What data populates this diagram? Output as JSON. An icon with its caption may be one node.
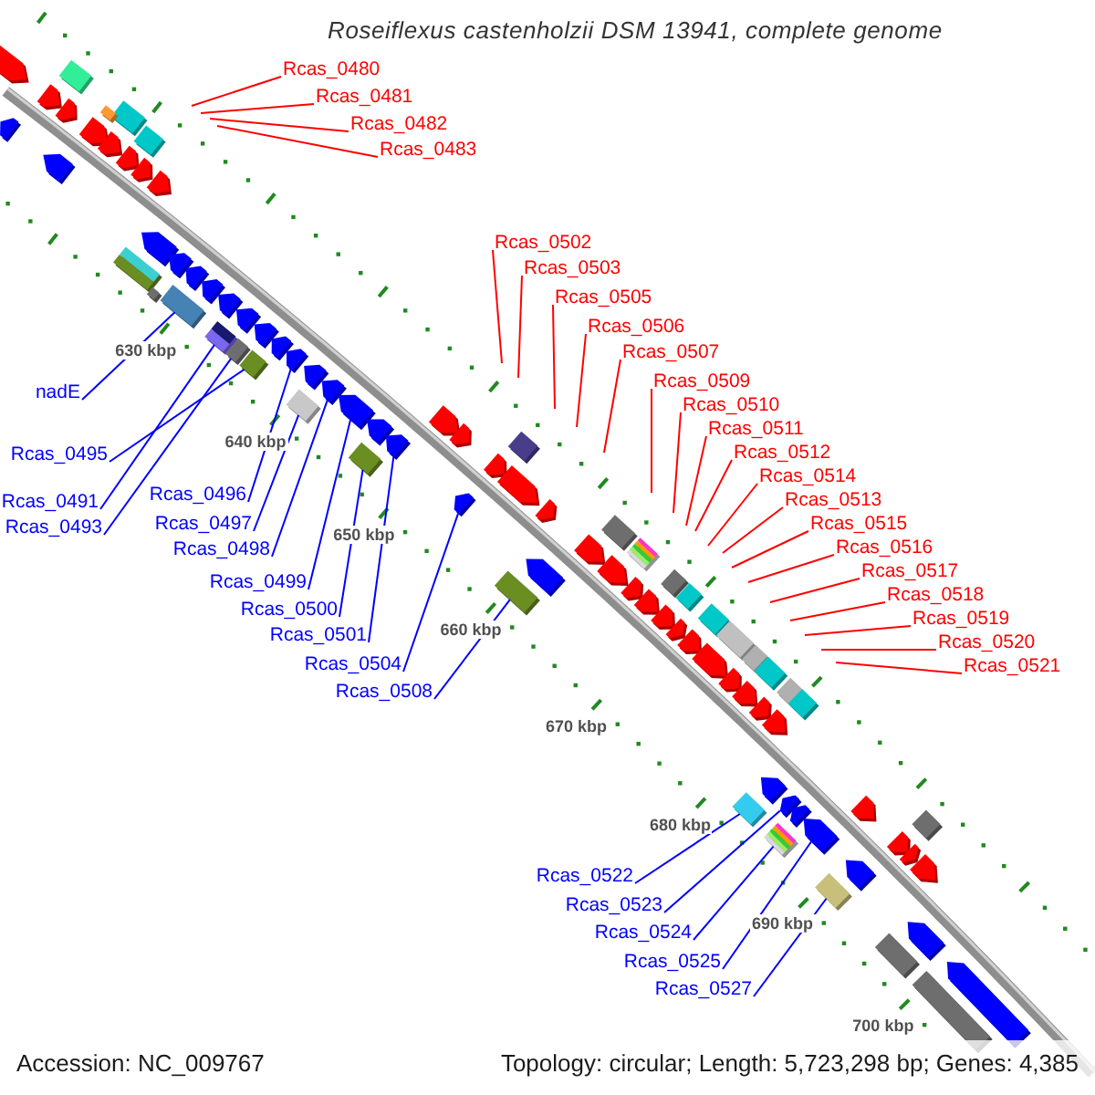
{
  "diagram": {
    "title": "Roseiflexus castenholzii DSM 13941, complete genome",
    "nodes": [
      {
        "text": [
          "Rcas_0480"
        ]
      },
      {
        "text": [
          "Rcas_0481"
        ]
      },
      {
        "text": [
          "Rcas_0482"
        ]
      },
      {
        "text": [
          "Rcas_0483"
        ]
      },
      {
        "text": [
          "nadE"
        ]
      },
      {
        "text": [
          "Rcas_0491"
        ]
      },
      {
        "text": [
          "Rcas_0493"
        ]
      },
      {
        "text": [
          "Rcas_0495"
        ]
      },
      {
        "text": [
          "Rcas_0496"
        ]
      },
      {
        "text": [
          "Rcas_0497"
        ]
      },
      {
        "text": [
          "Rcas_0498"
        ]
      },
      {
        "text": [
          "Rcas_0499"
        ]
      },
      {
        "text": [
          "Rcas_0500"
        ]
      },
      {
        "text": [
          "Rcas_0501"
        ]
      },
      {
        "text": [
          "Rcas_0504"
        ]
      },
      {
        "text": [
          "Rcas_0508"
        ]
      },
      {
        "text": [
          "Rcas_0502"
        ]
      },
      {
        "text": [
          "Rcas_0503"
        ]
      },
      {
        "text": [
          "Rcas_0505"
        ]
      },
      {
        "text": [
          "Rcas_0506"
        ]
      },
      {
        "text": [
          "Rcas_0507"
        ]
      },
      {
        "text": [
          "Rcas_0509"
        ]
      },
      {
        "text": [
          "Rcas_0510"
        ]
      },
      {
        "text": [
          "Rcas_0511"
        ]
      },
      {
        "text": [
          "Rcas_0512"
        ]
      },
      {
        "text": [
          "Rcas_0514"
        ]
      },
      {
        "text": [
          "Rcas_0513"
        ]
      },
      {
        "text": [
          "Rcas_0515"
        ]
      },
      {
        "text": [
          "Rcas_0516"
        ]
      },
      {
        "text": [
          "Rcas_0517"
        ]
      },
      {
        "text": [
          "Rcas_0518"
        ]
      },
      {
        "text": [
          "Rcas_0519"
        ]
      },
      {
        "text": [
          "Rcas_0520"
        ]
      },
      {
        "text": [
          "Rcas_0521"
        ]
      },
      {
        "text": [
          "Rcas_0522"
        ]
      },
      {
        "text": [
          "Rcas_0523"
        ]
      },
      {
        "text": [
          "Rcas_0524"
        ]
      },
      {
        "text": [
          "Rcas_0525"
        ]
      },
      {
        "text": [
          "Rcas_0527"
        ]
      },
      {
        "text": [],
        "shape": "arrow"
      },
      {
        "text": [],
        "shape": "arrow"
      },
      {
        "text": [],
        "shape": "arrow"
      },
      {
        "text": [],
        "shape": "arrow"
      },
      {
        "text": [],
        "shape": "arrow"
      },
      {
        "text": [],
        "shape": "arrow"
      },
      {
        "text": [],
        "shape": "arrow"
      },
      {
        "text": [],
        "shape": "arrow"
      },
      {
        "text": [],
        "shape": "arrow"
      },
      {
        "text": [],
        "shape": "arrow"
      },
      {
        "text": [],
        "shape": "arrow"
      },
      {
        "text": [],
        "shape": "arrow"
      },
      {
        "text": [],
        "shape": "arrow"
      },
      {
        "text": [],
        "shape": "arrow"
      },
      {
        "text": [],
        "shape": "arrow"
      },
      {
        "text": [],
        "shape": "arrow"
      },
      {
        "text": [],
        "shape": "arrow"
      },
      {
        "text": [],
        "shape": "arrow"
      },
      {
        "text": [],
        "shape": "arrow"
      },
      {
        "text": [],
        "shape": "arrow"
      },
      {
        "text": [],
        "shape": "arrow"
      },
      {
        "text": [],
        "shape": "arrow"
      },
      {
        "text": [],
        "shape": "arrow"
      },
      {
        "text": [],
        "shape": "arrow"
      },
      {
        "text": [],
        "shape": "arrow"
      },
      {
        "text": [],
        "shape": "arrow"
      },
      {
        "text": [],
        "shape": "arrow"
      },
      {
        "text": [],
        "shape": "arrow"
      },
      {
        "text": [],
        "shape": "arrow"
      },
      {
        "text": [],
        "shape": "box"
      },
      {
        "text": [],
        "shape": "box"
      },
      {
        "text": [],
        "shape": "box"
      },
      {
        "text": [],
        "shape": "box"
      },
      {
        "text": [],
        "shape": "box"
      },
      {
        "text": [],
        "shape": "box"
      },
      {
        "text": [],
        "shape": "box"
      },
      {
        "text": [],
        "shape": "box"
      },
      {
        "text": [],
        "shape": "box"
      },
      {
        "text": [],
        "shape": "box"
      },
      {
        "text": [],
        "shape": "box"
      },
      {
        "text": [],
        "shape": "box"
      },
      {
        "text": [],
        "shape": "box"
      },
      {
        "text": [],
        "shape": "box"
      },
      {
        "text": [],
        "shape": "box"
      },
      {
        "text": [],
        "shape": "box"
      },
      {
        "text": [],
        "shape": "arrow"
      },
      {
        "text": [],
        "shape": "arrow"
      },
      {
        "text": [],
        "shape": "arrow"
      },
      {
        "text": [],
        "shape": "arrow"
      },
      {
        "text": [],
        "shape": "arrow"
      },
      {
        "text": [],
        "shape": "arrow"
      },
      {
        "text": [],
        "shape": "arrow"
      },
      {
        "text": [],
        "shape": "arrow"
      },
      {
        "text": [],
        "shape": "arrow"
      },
      {
        "text": [],
        "shape": "arrow"
      },
      {
        "text": [],
        "shape": "arrow"
      },
      {
        "text": [],
        "shape": "arrow"
      },
      {
        "text": [],
        "shape": "arrow"
      },
      {
        "text": [],
        "shape": "arrow"
      },
      {
        "text": [],
        "shape": "arrow"
      },
      {
        "text": [],
        "shape": "arrow"
      },
      {
        "text": [],
        "shape": "arrow"
      },
      {
        "text": [],
        "shape": "arrow"
      },
      {
        "text": [],
        "shape": "arrow"
      },
      {
        "text": [],
        "shape": "arrow"
      },
      {
        "text": [],
        "shape": "arrow"
      },
      {
        "text": [],
        "shape": "arrow"
      },
      {
        "text": [],
        "shape": "arrow"
      },
      {
        "text": [],
        "shape": "arrow"
      },
      {
        "text": [],
        "shape": "arrow"
      },
      {
        "text": [],
        "shape": "box"
      },
      {
        "text": [],
        "shape": "box"
      },
      {
        "text": [],
        "shape": "box"
      },
      {
        "text": [],
        "shape": "box"
      },
      {
        "text": [],
        "shape": "box"
      },
      {
        "text": [],
        "shape": "box"
      },
      {
        "text": [],
        "shape": "box"
      },
      {
        "text": [],
        "shape": "box"
      },
      {
        "text": [],
        "shape": "box"
      },
      {
        "text": [],
        "shape": "box"
      },
      {
        "text": [],
        "shape": "box"
      },
      {
        "text": [],
        "shape": "box"
      },
      {
        "text": [],
        "shape": "box"
      },
      {
        "text": [],
        "shape": "box"
      }
    ],
    "edges": [
      {
        "from": 0,
        "to": null,
        "arrow": "none"
      },
      {
        "from": 1,
        "to": null,
        "arrow": "none"
      },
      {
        "from": 2,
        "to": null,
        "arrow": "none"
      },
      {
        "from": 3,
        "to": null,
        "arrow": "none"
      },
      {
        "from": 4,
        "to": 111,
        "arrow": "none",
        "color": "#0000ff"
      },
      {
        "from": 5,
        "to": 112,
        "arrow": "none",
        "color": "#0000ff"
      },
      {
        "from": 6,
        "to": 113,
        "arrow": "none",
        "color": "#0000ff"
      },
      {
        "from": 7,
        "to": 114,
        "arrow": "none",
        "color": "#0000ff"
      },
      {
        "from": 8,
        "to": 94,
        "arrow": "none",
        "color": "#0000ff"
      },
      {
        "from": 9,
        "to": 115,
        "arrow": "none",
        "color": "#0000ff"
      },
      {
        "from": 10,
        "to": 96,
        "arrow": "none",
        "color": "#0000ff"
      },
      {
        "from": 11,
        "to": 97,
        "arrow": "none",
        "color": "#0000ff"
      },
      {
        "from": 12,
        "to": 116,
        "arrow": "none",
        "color": "#0000ff"
      },
      {
        "from": 13,
        "to": 99,
        "arrow": "none",
        "color": "#0000ff"
      },
      {
        "from": 14,
        "to": 100,
        "arrow": "none",
        "color": "#0000ff"
      },
      {
        "from": 15,
        "to": 117,
        "arrow": "none",
        "color": "#0000ff"
      },
      {
        "from": 16,
        "to": null,
        "arrow": "none"
      },
      {
        "from": 17,
        "to": null,
        "arrow": "none"
      },
      {
        "from": 18,
        "to": null,
        "arrow": "none"
      },
      {
        "from": 19,
        "to": null,
        "arrow": "none"
      },
      {
        "from": 20,
        "to": null,
        "arrow": "none"
      },
      {
        "from": 21,
        "to": null,
        "arrow": "none"
      },
      {
        "from": 22,
        "to": null,
        "arrow": "none"
      },
      {
        "from": 23,
        "to": null,
        "arrow": "none"
      },
      {
        "from": 24,
        "to": null,
        "arrow": "none"
      },
      {
        "from": 25,
        "to": null,
        "arrow": "none"
      },
      {
        "from": 26,
        "to": null,
        "arrow": "none"
      },
      {
        "from": 27,
        "to": null,
        "arrow": "none"
      },
      {
        "from": 28,
        "to": null,
        "arrow": "none"
      },
      {
        "from": 29,
        "to": null,
        "arrow": "none"
      },
      {
        "from": 30,
        "to": null,
        "arrow": "none"
      },
      {
        "from": 31,
        "to": null,
        "arrow": "none"
      },
      {
        "from": 32,
        "to": null,
        "arrow": "none"
      },
      {
        "from": 33,
        "to": null,
        "arrow": "none"
      },
      {
        "from": 34,
        "to": 118,
        "arrow": "none",
        "color": "#0000ff"
      },
      {
        "from": 35,
        "to": 103,
        "arrow": "none",
        "color": "#0000ff"
      },
      {
        "from": 36,
        "to": 119,
        "arrow": "none",
        "color": "#0000ff"
      },
      {
        "from": 37,
        "to": 105,
        "arrow": "none",
        "color": "#0000ff"
      },
      {
        "from": 38,
        "to": 120,
        "arrow": "none",
        "color": "#0000ff"
      }
    ],
    "labels": [
      "630 kbp",
      "640 kbp",
      "650 kbp",
      "660 kbp",
      "670 kbp",
      "680 kbp",
      "690 kbp",
      "700 kbp",
      "Accession: NC_009767",
      "Topology: circular; Length: 5,723,298 bp; Genes: 4,385"
    ]
  }
}
